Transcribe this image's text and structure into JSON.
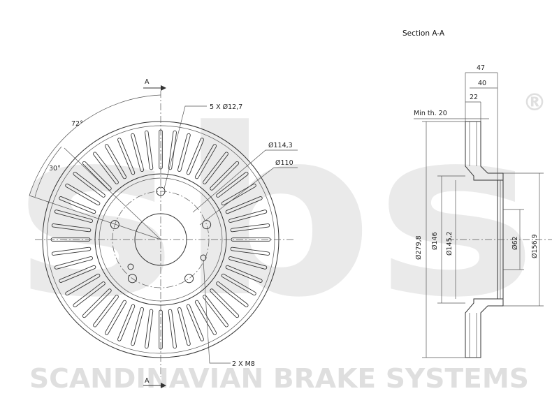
{
  "section_title": "Section A-A",
  "section_marker_top": "A",
  "section_marker_bottom": "A",
  "labels": {
    "bolt_holes": "5 X Ø12,7",
    "pcd": "Ø114,3",
    "center_bore_ring": "Ø110",
    "angle_72": "72°",
    "angle_30": "30°",
    "threaded_holes": "2 X M8",
    "min_thickness": "Min th. 20",
    "dim_47": "47",
    "dim_40": "40",
    "dim_22": "22",
    "dia_279": "Ø279,8",
    "dia_146": "Ø146",
    "dia_145": "Ø145,2",
    "dia_62": "Ø62",
    "dia_156": "Ø156,9"
  },
  "watermark": {
    "logo_text": "sbs",
    "registered": "®",
    "brand_text": "SCANDINAVIAN BRAKE SYSTEMS"
  },
  "colors": {
    "line": "#333333",
    "watermark": "#d9d9d9",
    "background": "#ffffff"
  }
}
